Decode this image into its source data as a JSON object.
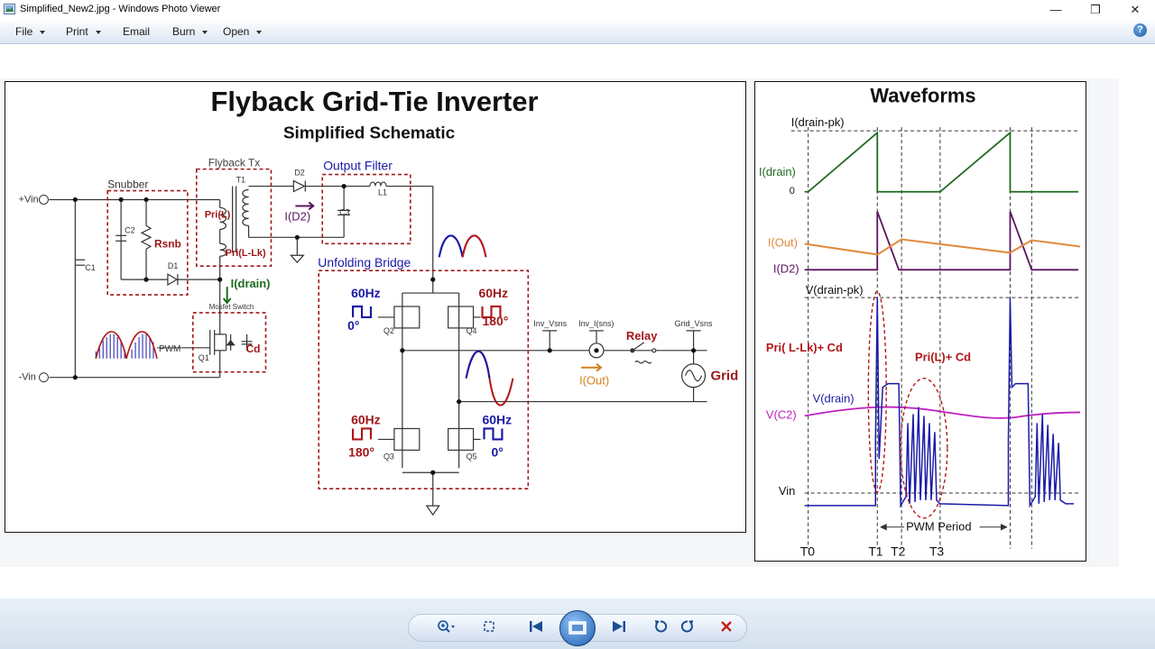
{
  "window": {
    "title": "Simplified_New2.jpg - Windows Photo Viewer",
    "minimize_glyph": "—",
    "restore_glyph": "❐",
    "close_glyph": "✕"
  },
  "menu": [
    {
      "label": "File",
      "dropdown": true
    },
    {
      "label": "Print",
      "dropdown": true
    },
    {
      "label": "Email",
      "dropdown": false
    },
    {
      "label": "Burn",
      "dropdown": true
    },
    {
      "label": "Open",
      "dropdown": true
    }
  ],
  "help_glyph": "?",
  "schematic": {
    "title": "Flyback Grid-Tie Inverter",
    "subtitle": "Simplified Schematic",
    "labels": {
      "vin_pos": "+Vin",
      "vin_neg": "-Vin",
      "c1": "C1",
      "c2": "C2",
      "c3": "C3",
      "snubber": "Snubber",
      "rsnb": "Rsnb",
      "d1": "D1",
      "d2": "D2",
      "flyback_tx": "Flyback Tx",
      "t1": "T1",
      "pri_l": "Pri(L)",
      "pri_llk": "Pri(L-Lk)",
      "output_filter": "Output Filter",
      "l1": "L1",
      "i_d2": "I(D2)",
      "unfolding_bridge": "Unfolding Bridge",
      "i_drain": "I(drain)",
      "mosfet_switch": "Mosfet Switch",
      "pwm": "PWM",
      "q1": "Q1",
      "cd": "Cd",
      "q2": "Q2",
      "q3": "Q3",
      "q4": "Q4",
      "q5": "Q5",
      "freq_60hz": "60Hz",
      "deg_0": "0°",
      "deg_180": "180°",
      "inv_vsns": "Inv_Vsns",
      "inv_isns": "Inv_I(sns)",
      "relay": "Relay",
      "grid_vsns": "Grid_Vsns",
      "grid": "Grid",
      "i_out": "I(Out)"
    }
  },
  "waveforms": {
    "title": "Waveforms",
    "labels": {
      "idrain_pk": "I(drain-pk)",
      "idrain": "I(drain)",
      "zero": "0",
      "iout": "I(Out)",
      "id2": "I(D2)",
      "vdrain_pk": "V(drain-pk)",
      "pri_llk_cd": "Pri( L-Lk)+ Cd",
      "pri_l_cd": "Pri(L)+ Cd",
      "vdrain": "V(drain)",
      "vc2": "V(C2)",
      "vin": "Vin",
      "pwm_period": "PWM Period",
      "t0": "T0",
      "t1": "T1",
      "t2": "T2",
      "t3": "T3"
    },
    "colors": {
      "idrain": "#1f6b1f",
      "iout": "#e08a3c",
      "id2": "#5a1560",
      "vdrain": "#1a1aa8",
      "vc2": "#c020c0",
      "annot": "#b01818",
      "grid": "#333333"
    }
  },
  "toolbar": {
    "zoom_icon": "zoom-icon",
    "fit_icon": "actual-size-icon",
    "prev_icon": "previous-icon",
    "slideshow_icon": "slideshow-icon",
    "next_icon": "next-icon",
    "rotate_ccw_icon": "rotate-counterclockwise-icon",
    "rotate_cw_icon": "rotate-clockwise-icon",
    "delete_icon": "delete-icon"
  }
}
